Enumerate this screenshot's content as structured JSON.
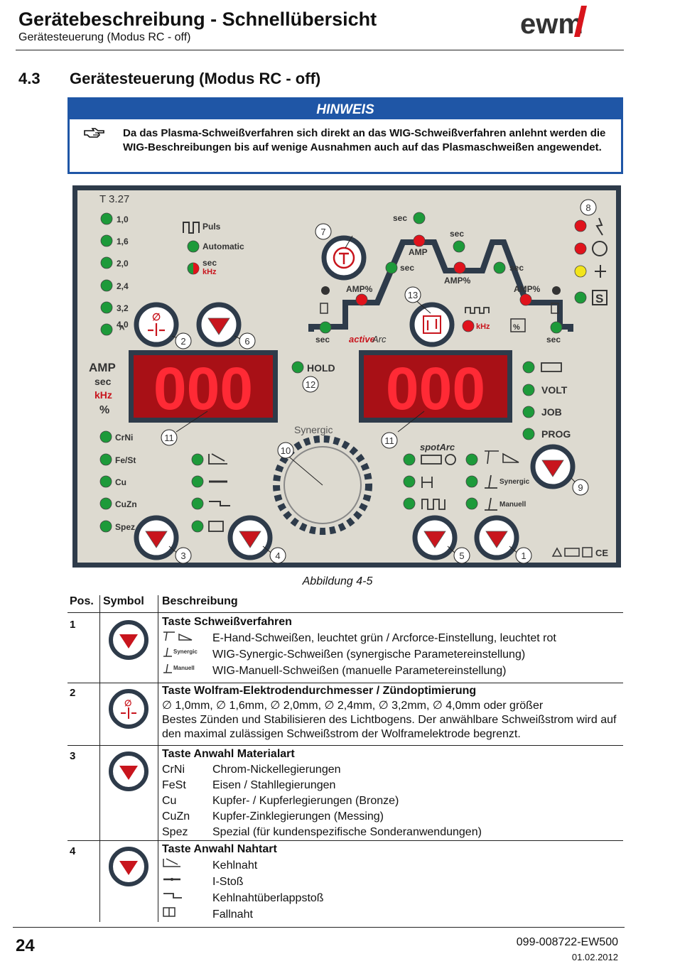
{
  "header": {
    "title": "Gerätebeschreibung - Schnellübersicht",
    "subtitle": "Gerätesteuerung (Modus RC - off)",
    "logo": "ewm"
  },
  "section": {
    "number": "4.3",
    "title": "Gerätesteuerung (Modus RC - off)"
  },
  "note": {
    "heading": "HINWEIS",
    "icon": "pointing-hand-icon",
    "text": "Da das Plasma-Schweißverfahren sich direkt an das WIG-Schweißverfahren anlehnt werden die WIG-Beschreibungen bis auf wenige Ausnahmen auch auf das Plasmaschweißen angewendet."
  },
  "panel": {
    "model": "T 3.27",
    "diameters": [
      "1,0",
      "1,6",
      "2,0",
      "2,4",
      "3,2",
      "4,0"
    ],
    "diameter_more": ">",
    "puls": "Puls",
    "automatic": "Automatic",
    "sec": "sec",
    "khz": "kHz",
    "amp": "AMP",
    "amp_pct": "AMP%",
    "pct": "%",
    "active_arc_a": "active",
    "active_arc_b": "Arc",
    "left_units": [
      "AMP",
      "sec",
      "kHz",
      "%"
    ],
    "display_left": "000",
    "display_right": "000",
    "hold": "HOLD",
    "materials": [
      "CrNi",
      "Fe/St",
      "Cu",
      "CuZn",
      "Spez"
    ],
    "right_labels": [
      "VOLT",
      "JOB",
      "PROG"
    ],
    "synergic_brand": "Synergic",
    "spot_arc": "spotArc",
    "process_synergic": "Synergic",
    "process_manuell": "Manuell",
    "callouts": [
      "1",
      "2",
      "3",
      "4",
      "5",
      "6",
      "7",
      "8",
      "9",
      "10",
      "11",
      "11",
      "12",
      "13"
    ],
    "colors": {
      "face": "#dddad0",
      "frame": "#2e3b4a",
      "green": "#1d9a3a",
      "red": "#e0131c",
      "yellow": "#f2e41b",
      "display": "#c8151d"
    }
  },
  "caption": "Abbildung 4-5",
  "table": {
    "headers": {
      "pos": "Pos.",
      "symbol": "Symbol",
      "desc": "Beschreibung"
    },
    "rows": [
      {
        "pos": "1",
        "title": "Taste Schweißverfahren",
        "lines": [
          {
            "icon": "mma-arcforce-icon",
            "text": "E-Hand-Schweißen, leuchtet grün / Arcforce-Einstellung, leuchtet rot"
          },
          {
            "icon": "tig-synergic-icon",
            "icon_label": "Synergic",
            "text": "WIG-Synergic-Schweißen (synergische Parametereinstellung)"
          },
          {
            "icon": "tig-manual-icon",
            "icon_label": "Manuell",
            "text": "WIG-Manuell-Schweißen (manuelle Parametereinstellung)"
          }
        ]
      },
      {
        "pos": "2",
        "title": "Taste Wolfram-Elektrodendurchmesser / Zündoptimierung",
        "para1": "∅ 1,0mm, ∅ 1,6mm, ∅ 2,0mm, ∅ 2,4mm, ∅ 3,2mm, ∅ 4,0mm oder größer",
        "para2": "Bestes Zünden und Stabilisieren des Lichtbogens. Der anwählbare Schweißstrom wird auf den maximal zulässigen Schweißstrom der Wolframelektrode begrenzt."
      },
      {
        "pos": "3",
        "title": "Taste Anwahl Materialart",
        "lines": [
          {
            "key": "CrNi",
            "text": "Chrom-Nickellegierungen"
          },
          {
            "key": "FeSt",
            "text": "Eisen / Stahllegierungen"
          },
          {
            "key": "Cu",
            "text": "Kupfer- / Kupferlegierungen (Bronze)"
          },
          {
            "key": "CuZn",
            "text": "Kupfer-Zinklegierungen (Messing)"
          },
          {
            "key": "Spez",
            "text": "Spezial (für kundenspezifische Sonderanwendungen)"
          }
        ]
      },
      {
        "pos": "4",
        "title": "Taste Anwahl Nahtart",
        "lines": [
          {
            "icon": "fillet-weld-icon",
            "text": "Kehlnaht"
          },
          {
            "icon": "butt-joint-icon",
            "text": "I-Stoß"
          },
          {
            "icon": "lap-joint-icon",
            "text": "Kehlnahtüberlappstoß"
          },
          {
            "icon": "vertical-down-icon",
            "text": "Fallnaht"
          }
        ]
      }
    ]
  },
  "footer": {
    "page": "24",
    "doc": "099-008722-EW500",
    "date": "01.02.2012"
  }
}
